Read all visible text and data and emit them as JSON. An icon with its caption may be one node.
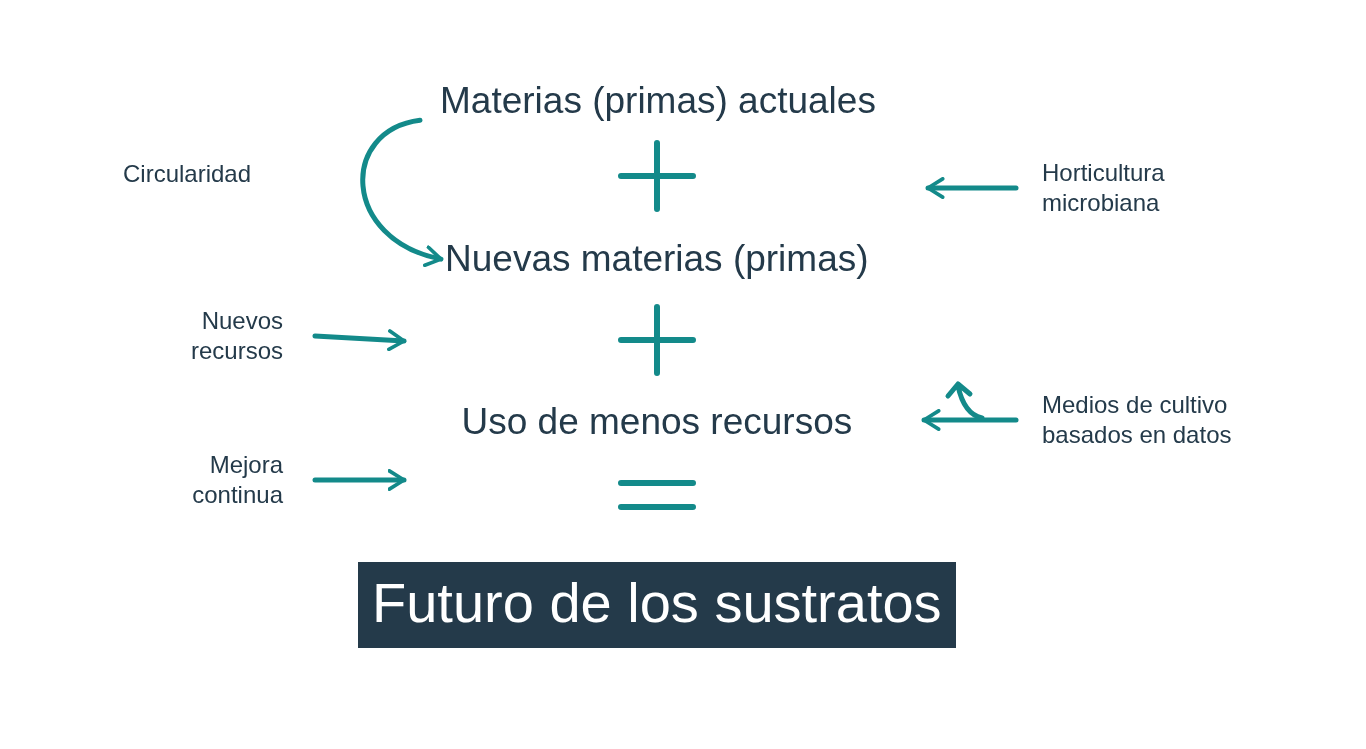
{
  "diagram": {
    "nodes": [
      {
        "text": [
          "Materias (primas) actuales"
        ]
      },
      {
        "text": [
          "Nuevas materias (primas)"
        ]
      },
      {
        "text": [
          "Uso de menos recursos"
        ]
      },
      {
        "text": [
          "Futuro de los sustratos"
        ]
      },
      {
        "text": [
          "Horticultura microbiana"
        ]
      },
      {
        "text": [
          "Nuevos recursos"
        ]
      },
      {
        "text": [
          "Medios de cultivo basados en datos"
        ]
      },
      {
        "text": [
          "Mejora continua"
        ]
      }
    ],
    "edges": [
      {
        "from": 0,
        "to": 1,
        "arrow": "to",
        "label": "Circularidad"
      },
      {
        "from": 4,
        "to": null,
        "arrow": "to"
      },
      {
        "from": 5,
        "to": null,
        "arrow": "to"
      },
      {
        "from": 6,
        "to": null,
        "arrow": "to"
      },
      {
        "from": 7,
        "to": null,
        "arrow": "to"
      }
    ]
  }
}
